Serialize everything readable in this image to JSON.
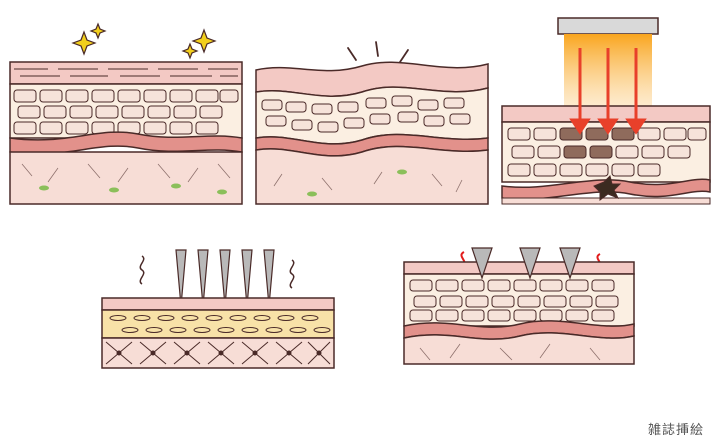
{
  "caption": "雑誌挿絵",
  "colors": {
    "outline": "#4a2a28",
    "epidermis_top": "#f3c9c4",
    "cell_layer": "#fbefe2",
    "cell_fill": "#f6e3da",
    "cell_dark": "#8f6b5c",
    "basal": "#e2918b",
    "dermis": "#f7ddd6",
    "fat_layer": "#f8e2a8",
    "sparkle": "#f2cf1c",
    "laser_top": "#f9a51e",
    "laser_arrow": "#e8402a",
    "needle": "#b9b9b9",
    "red_mark": "#e21c1c",
    "green_spot": "#8bbf5a"
  },
  "panels": [
    {
      "id": "healthy-skin",
      "icons": [
        "sparkle-icon",
        "sparkle-icon"
      ]
    },
    {
      "id": "wrinkled-skin",
      "icons": [
        "motion-lines-icon"
      ]
    },
    {
      "id": "laser-treatment",
      "icons": [
        "laser-device-icon",
        "laser-beam-arrow-icon"
      ]
    },
    {
      "id": "microneedle-treatment",
      "icons": [
        "microneedle-icon",
        "squiggle-icon"
      ]
    },
    {
      "id": "needle-stimulation",
      "icons": [
        "needle-icon",
        "red-irritation-icon"
      ]
    }
  ]
}
